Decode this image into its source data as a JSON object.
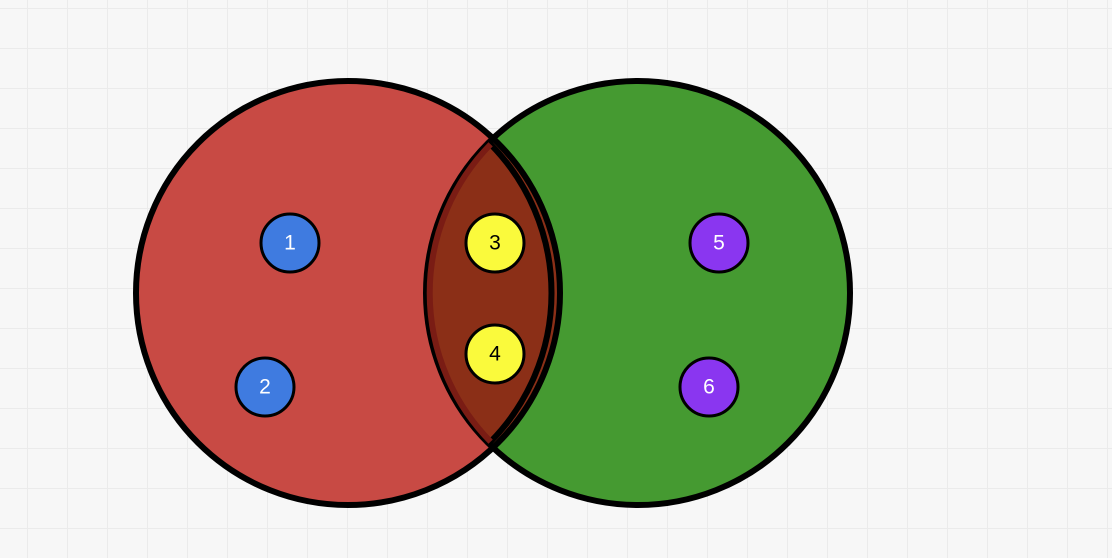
{
  "colors": {
    "background": "#f7f7f7",
    "grid": "#ebebeb",
    "set_left_fill": "#c84a44",
    "set_right_fill": "#459a31",
    "overlap_fill": "#8b2f17",
    "outline": "#000000",
    "node_blue": "#3f7be0",
    "node_yellow": "#fafa3c",
    "node_purple": "#8a36f0",
    "label_light": "#ffffff",
    "label_dark": "#000000"
  },
  "nodes": [
    {
      "label": "1",
      "group": "left"
    },
    {
      "label": "2",
      "group": "left"
    },
    {
      "label": "3",
      "group": "intersection"
    },
    {
      "label": "4",
      "group": "intersection"
    },
    {
      "label": "5",
      "group": "right"
    },
    {
      "label": "6",
      "group": "right"
    }
  ]
}
